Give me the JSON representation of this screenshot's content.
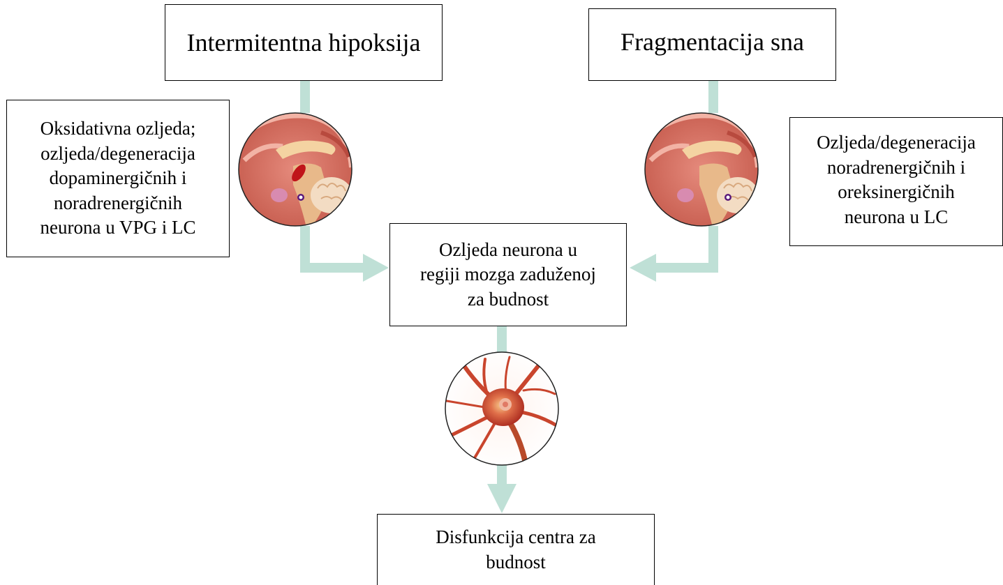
{
  "diagram": {
    "nodes": {
      "hypoxia": "Intermitentna hipoksija",
      "fragmentation": "Fragmentacija sna",
      "left_effect": "Oksidativna ozljeda;\nozljeda/degeneracija\ndopaminergičnih i\nnoradrenergičnih\nneurona u VPG i LC",
      "right_effect": "Ozljeda/degeneracija\nnoradrenergičnih i\noreksinergičnih\nneurona u LC",
      "center": "Ozljeda neurona u\nregiji mozga zaduženoj\nza budnost",
      "bottom": "Disfunkcija centra za\nbudnost"
    },
    "icons": [
      "brain-sagittal-left-icon",
      "brain-sagittal-right-icon",
      "neuron-icon"
    ],
    "colors": {
      "arrow": "#bfe0d6",
      "box_border": "#000000",
      "brain_tissue": "#d9766a",
      "neuron": "#c9452d"
    }
  }
}
